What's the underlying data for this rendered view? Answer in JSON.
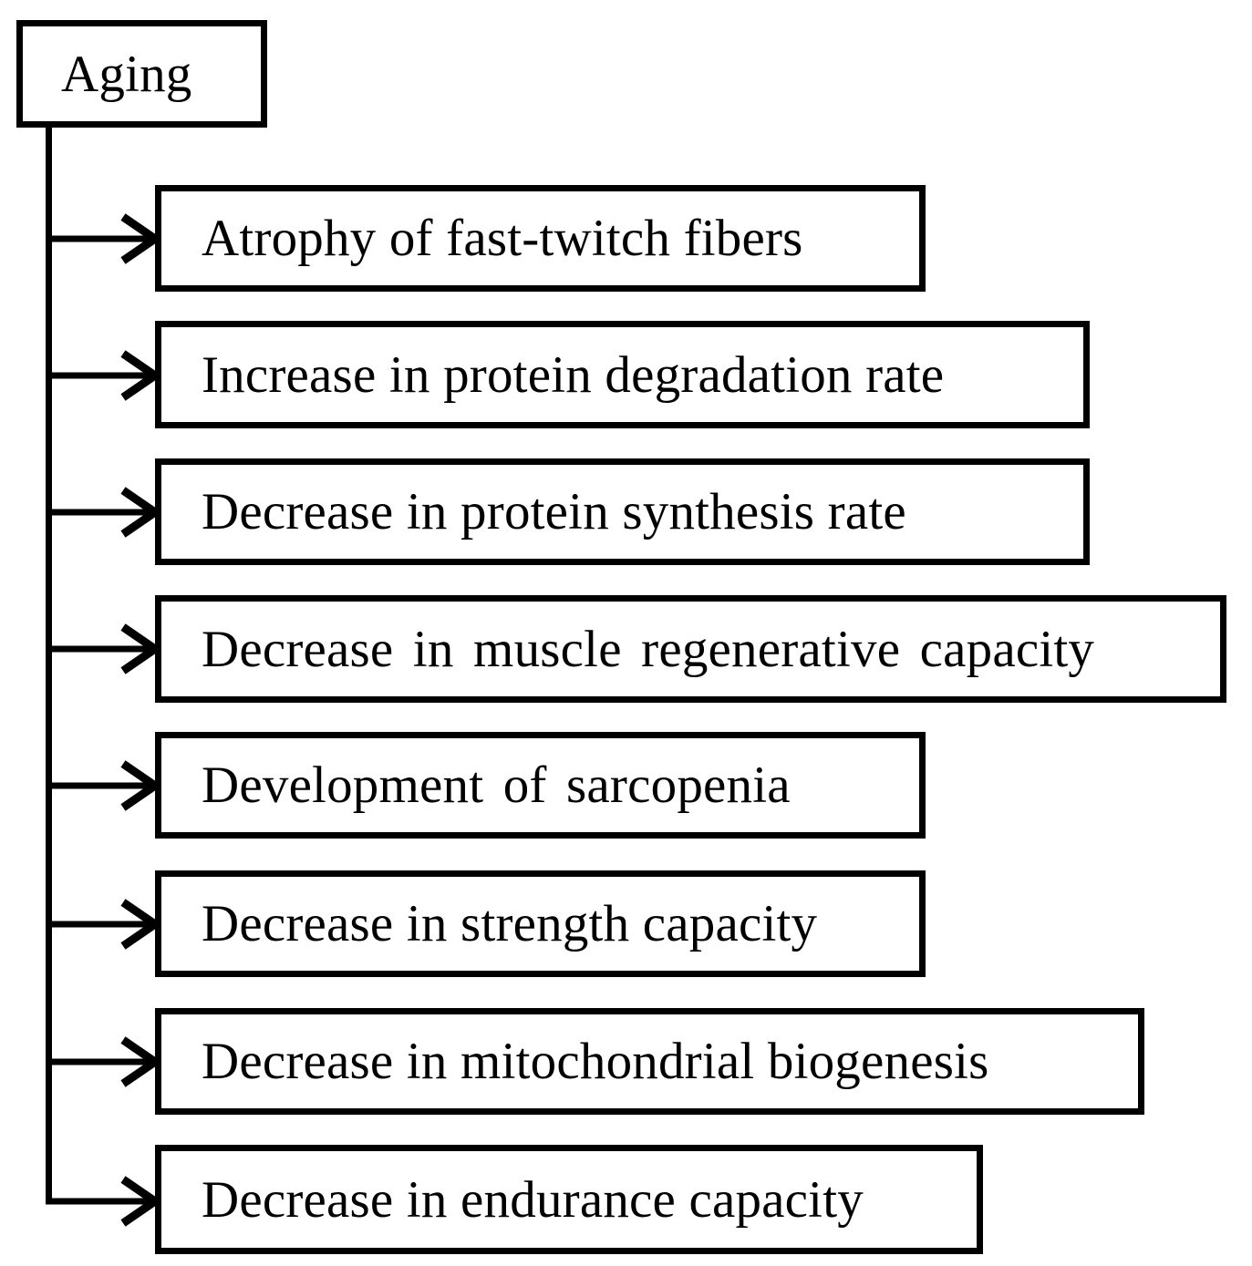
{
  "diagram": {
    "type": "flowchart",
    "orientation": "one-to-many",
    "title_node": {
      "id": "aging",
      "label": "Aging"
    },
    "outcome_nodes": [
      {
        "id": "atrophy-fast-twitch",
        "label": "Atrophy of fast-twitch fibers"
      },
      {
        "id": "protein-degradation",
        "label": "Increase in protein degradation rate"
      },
      {
        "id": "protein-synthesis",
        "label": "Decrease in protein synthesis rate"
      },
      {
        "id": "muscle-regeneration",
        "label": "Decrease in muscle regenerative capacity"
      },
      {
        "id": "sarcopenia",
        "label": "Development of sarcopenia"
      },
      {
        "id": "strength-capacity",
        "label": "Decrease in strength capacity"
      },
      {
        "id": "mitochondrial-biogenesis",
        "label": "Decrease in mitochondrial biogenesis"
      },
      {
        "id": "endurance-capacity",
        "label": "Decrease in endurance capacity"
      }
    ],
    "colors": {
      "stroke": "#000000",
      "fill": "#ffffff",
      "text": "#000000"
    }
  }
}
